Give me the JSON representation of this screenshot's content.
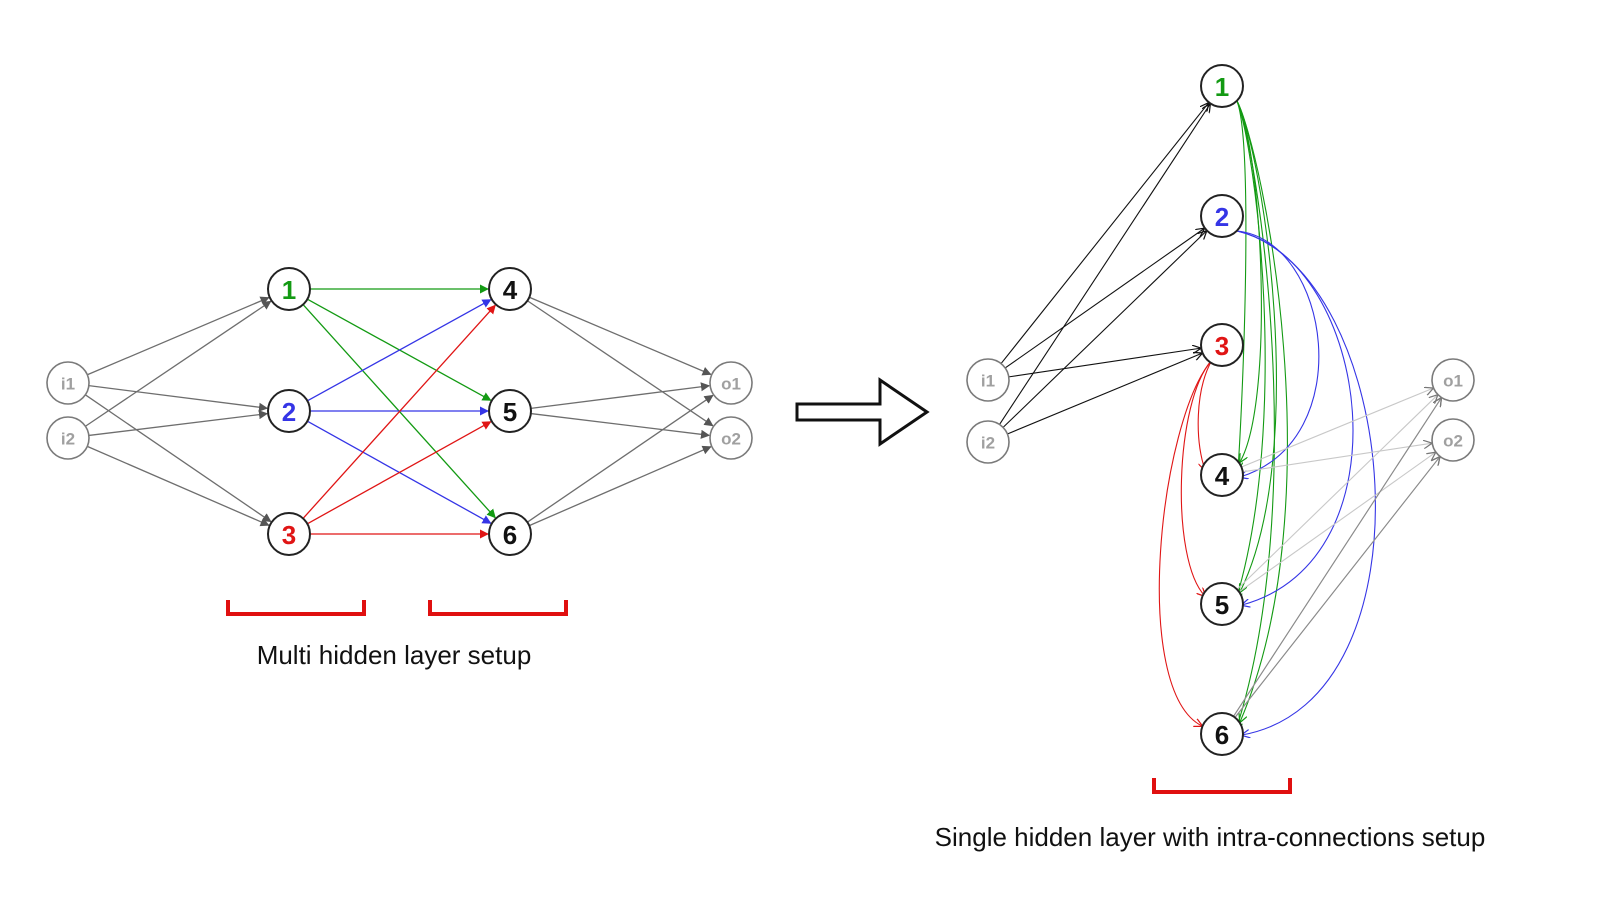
{
  "colors": {
    "green": "#139a13",
    "blue": "#3535e6",
    "red": "#e01515",
    "black": "#111111",
    "gray": "#a0a0a0",
    "edge_gray": "#6e6e6e",
    "edge_light": "#c8c8c8",
    "bracket": "#e01010"
  },
  "left": {
    "caption": "Multi hidden layer setup",
    "nodes": [
      {
        "id": "i1",
        "label": "i1",
        "kind": "io"
      },
      {
        "id": "i2",
        "label": "i2",
        "kind": "io"
      },
      {
        "id": "h1",
        "label": "1",
        "color": "green"
      },
      {
        "id": "h2",
        "label": "2",
        "color": "blue"
      },
      {
        "id": "h3",
        "label": "3",
        "color": "red"
      },
      {
        "id": "h4",
        "label": "4",
        "color": "black"
      },
      {
        "id": "h5",
        "label": "5",
        "color": "black"
      },
      {
        "id": "h6",
        "label": "6",
        "color": "black"
      },
      {
        "id": "o1",
        "label": "o1",
        "kind": "io"
      },
      {
        "id": "o2",
        "label": "o2",
        "kind": "io"
      }
    ]
  },
  "right": {
    "caption": "Single hidden layer with intra-connections setup",
    "nodes": [
      {
        "id": "i1",
        "label": "i1",
        "kind": "io"
      },
      {
        "id": "i2",
        "label": "i2",
        "kind": "io"
      },
      {
        "id": "h1",
        "label": "1",
        "color": "green"
      },
      {
        "id": "h2",
        "label": "2",
        "color": "blue"
      },
      {
        "id": "h3",
        "label": "3",
        "color": "red"
      },
      {
        "id": "h4",
        "label": "4",
        "color": "black"
      },
      {
        "id": "h5",
        "label": "5",
        "color": "black"
      },
      {
        "id": "h6",
        "label": "6",
        "color": "black"
      },
      {
        "id": "o1",
        "label": "o1",
        "kind": "io"
      },
      {
        "id": "o2",
        "label": "o2",
        "kind": "io"
      }
    ]
  },
  "arrow_icon": "hollow-right-arrow-icon"
}
